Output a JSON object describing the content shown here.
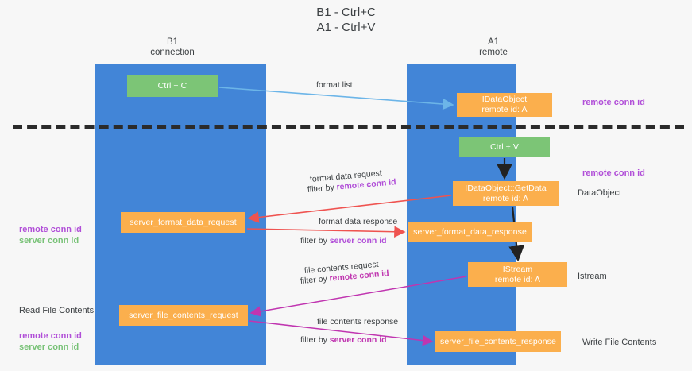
{
  "title": "B1 - Ctrl+C\nA1 - Ctrl+V",
  "columns": {
    "left": "B1\nconnection",
    "right": "A1\nremote"
  },
  "nodes": {
    "ctrl_c": "Ctrl + C",
    "idataobject_top": "IDataObject\nremote id: A",
    "ctrl_v": "Ctrl + V",
    "getdata": "IDataObject::GetData\nremote id: A",
    "server_format_data_request": "server_format_data_request",
    "server_format_data_response": "server_format_data_response",
    "istream": "IStream\nremote id: A",
    "server_file_contents_request": "server_file_contents_request",
    "server_file_contents_response": "server_file_contents_response"
  },
  "edge_labels": {
    "format_list": "format list",
    "format_data_request": "format data request",
    "filter_by": "filter by",
    "remote_conn_id": "remote conn id",
    "server_conn_id": "server conn id",
    "format_data_response": "format data response",
    "file_contents_request": "file contents request",
    "file_contents_response": "file contents response"
  },
  "side_labels": {
    "remote_conn_id_top": "remote conn id",
    "remote_conn_id_mid": "remote conn id",
    "dataobject": "DataObject",
    "istream": "Istream",
    "write_file_contents": "Write File Contents",
    "read_file_contents": "Read File Contents",
    "remote_conn_id": "remote conn id",
    "server_conn_id": "server conn id"
  },
  "colors": {
    "lane": "#4285d7",
    "green_node": "#7cc576",
    "orange_node": "#fbaf4d",
    "purple": "#b14fd8",
    "green_text": "#78c277",
    "magenta": "#c035b0",
    "red_arrow": "#ef5350",
    "blue_arrow": "#6cb5e8",
    "black_arrow": "#222222",
    "background": "#f7f7f7"
  }
}
